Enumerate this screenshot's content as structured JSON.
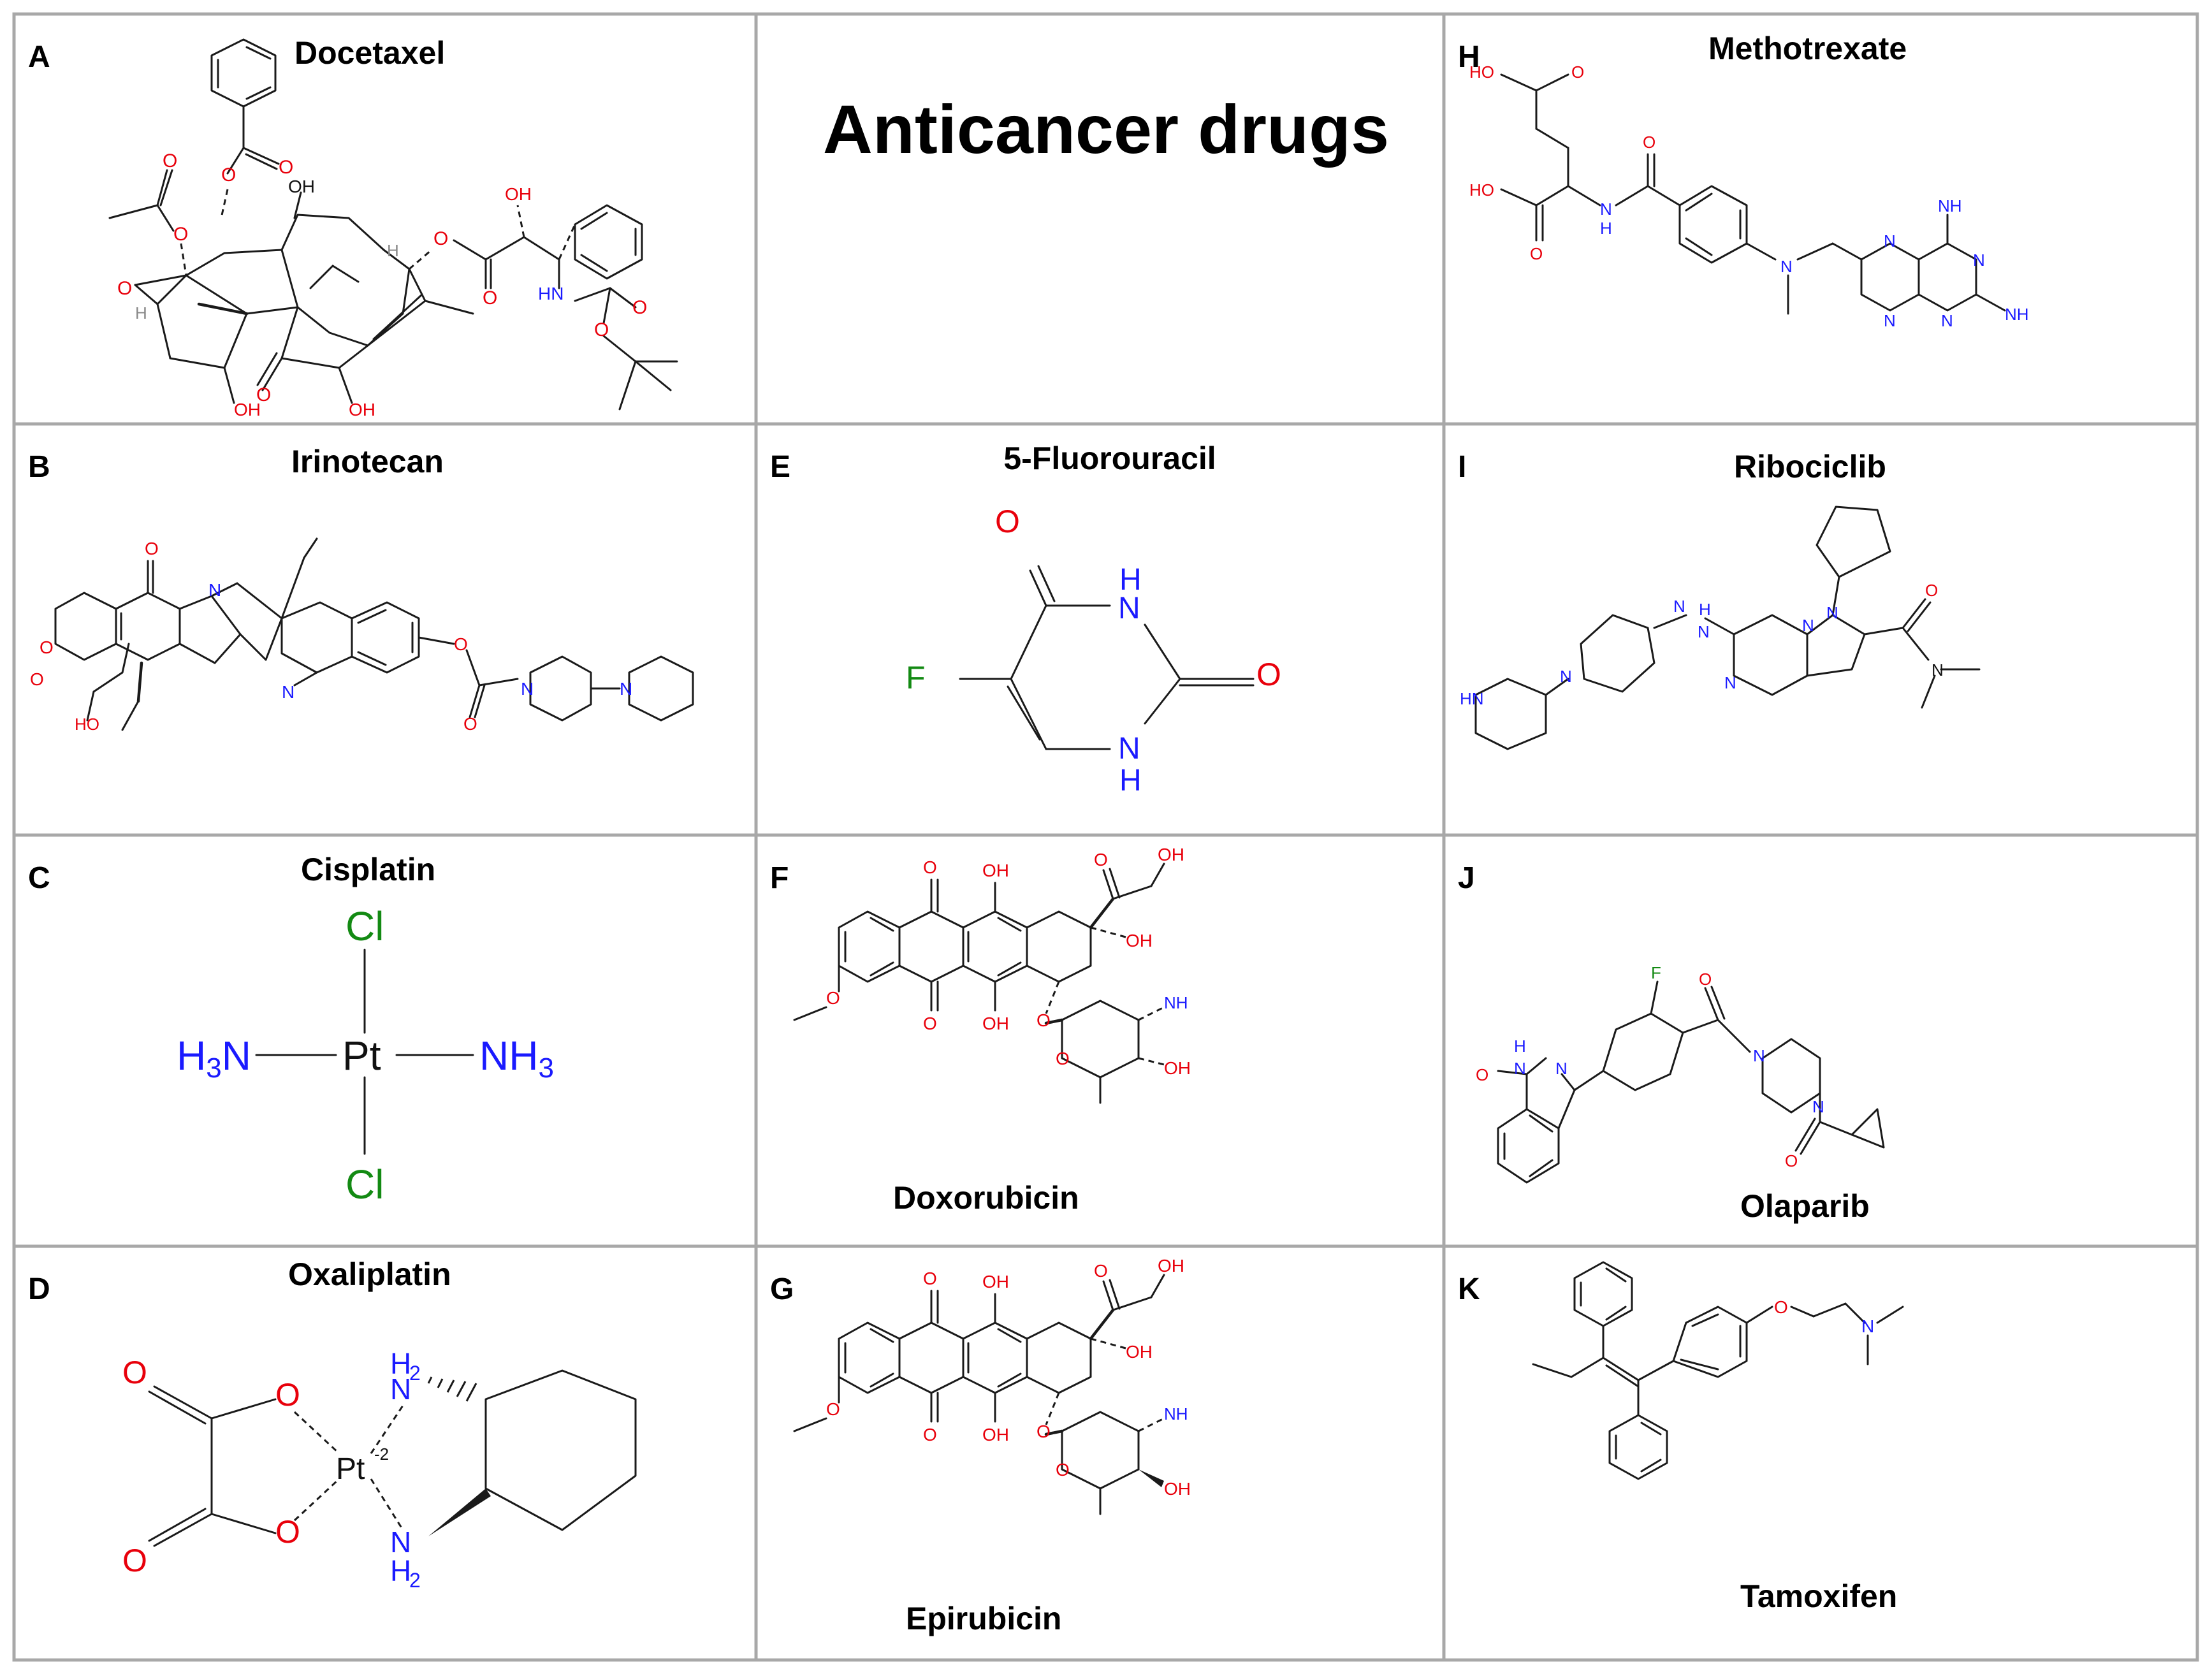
{
  "title": "Anticancer drugs",
  "colors": {
    "grid_line": "#a8a8a8",
    "oxygen": "#e8000b",
    "nitrogen": "#1a1aff",
    "halogen": "#138a13",
    "bond": "#1a1a1a"
  },
  "panels": [
    {
      "letter": "A",
      "name": "Docetaxel"
    },
    {
      "letter": "B",
      "name": "Irinotecan"
    },
    {
      "letter": "C",
      "name": "Cisplatin"
    },
    {
      "letter": "D",
      "name": "Oxaliplatin"
    },
    {
      "letter": "E",
      "name": "5-Fluorouracil"
    },
    {
      "letter": "F",
      "name": "Doxorubicin"
    },
    {
      "letter": "G",
      "name": "Epirubicin"
    },
    {
      "letter": "H",
      "name": "Methotrexate"
    },
    {
      "letter": "I",
      "name": "Ribociclib"
    },
    {
      "letter": "J",
      "name": "Olaparib"
    },
    {
      "letter": "K",
      "name": "Tamoxifen"
    }
  ],
  "atoms": {
    "O": "O",
    "OH": "OH",
    "HO": "HO",
    "N": "N",
    "H": "H",
    "HN": "HN",
    "NH": "NH",
    "F": "F",
    "Cl": "Cl",
    "Pt": "Pt",
    "NH2": "NH",
    "sub2": "2",
    "H3N": "H",
    "sub3": "3",
    "N_sub": "N",
    "Pt_charge": "-2"
  }
}
